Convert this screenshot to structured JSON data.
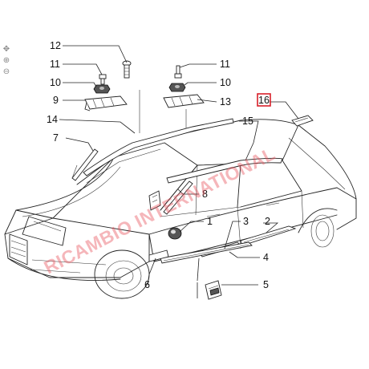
{
  "diagram": {
    "watermark": "RICAMBIO INTERNATIONAL",
    "callouts": [
      {
        "id": "c1",
        "label": "1"
      },
      {
        "id": "c2",
        "label": "2"
      },
      {
        "id": "c3",
        "label": "3"
      },
      {
        "id": "c4",
        "label": "4"
      },
      {
        "id": "c5",
        "label": "5"
      },
      {
        "id": "c6",
        "label": "6"
      },
      {
        "id": "c7",
        "label": "7"
      },
      {
        "id": "c8",
        "label": "8"
      },
      {
        "id": "c9",
        "label": "9"
      },
      {
        "id": "c10a",
        "label": "10"
      },
      {
        "id": "c10b",
        "label": "10"
      },
      {
        "id": "c11a",
        "label": "11"
      },
      {
        "id": "c11b",
        "label": "11"
      },
      {
        "id": "c12",
        "label": "12"
      },
      {
        "id": "c13",
        "label": "13"
      },
      {
        "id": "c14",
        "label": "14"
      },
      {
        "id": "c15",
        "label": "15"
      },
      {
        "id": "c16",
        "label": "16",
        "highlighted": true
      }
    ],
    "highlight_color": "#d9202a"
  },
  "viewer": {
    "icons": [
      "pan-icon",
      "zoom-in-icon",
      "zoom-out-icon"
    ]
  }
}
